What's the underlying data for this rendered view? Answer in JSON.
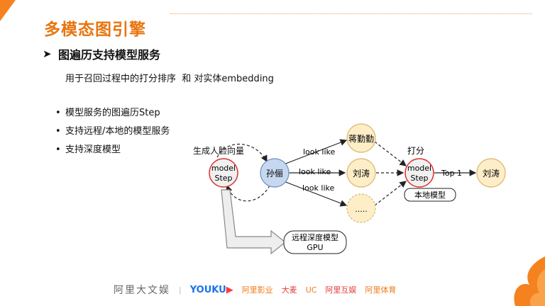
{
  "header": {
    "title": "多模态图引擎"
  },
  "section": {
    "title": "图遍历支持模型服务",
    "subtitle": "用于召回过程中的打分排序  和 对实体embedding"
  },
  "bullets": [
    "模型服务的图遍历Step",
    "支持远程/本地的模型服务",
    "支持深度模型"
  ],
  "diagram": {
    "edge_label_face": "生成人脸向量",
    "node_model_1": [
      "model",
      "Step"
    ],
    "node_source": "孙俪",
    "node_a": "蒋勤勤",
    "node_b": "刘涛",
    "node_c": ".....",
    "edge_lookalike": "look like",
    "label_score": "打分",
    "node_model_2": [
      "model",
      "Step"
    ],
    "label_local": "本地模型",
    "edge_top": "Top 1",
    "node_result": "刘涛",
    "remote_box": [
      "远程深度模型",
      "GPU"
    ],
    "colors": {
      "blue_fill": "#c5d8f0",
      "blue_stroke": "#6d8fc0",
      "yellow_fill": "#fdeec8",
      "yellow_stroke": "#d8b86a",
      "gray_fill": "#f0f0f0",
      "red_stroke": "#e03030",
      "accent": "#e8750f"
    }
  },
  "footer": {
    "brand": "阿里大文娱",
    "sep": "|",
    "youku": "YOUKU",
    "logos": [
      "阿里影业",
      "大麦",
      "UC",
      "阿里互娱",
      "阿里体育"
    ]
  }
}
